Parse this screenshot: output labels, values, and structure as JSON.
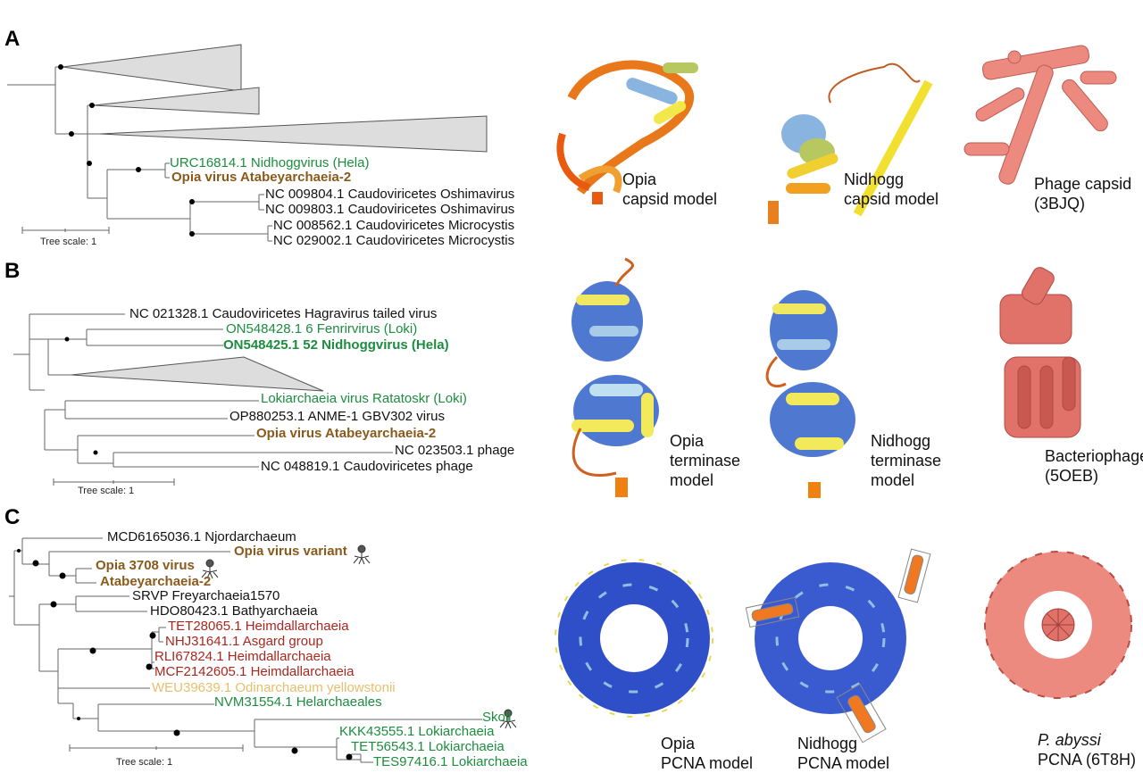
{
  "panels": {
    "A": {
      "letter": "A",
      "leaves": [
        "URC16814.1 Nidhoggvirus (Hela)",
        "Opia virus Atabeyarchaeia-2",
        "NC 009804.1 Caudoviricetes Oshimavirus",
        "NC 009803.1 Caudoviricetes Oshimavirus",
        "NC 008562.1 Caudoviricetes Microcystis",
        "NC 029002.1 Caudoviricetes Microcystis"
      ],
      "scale_label": "Tree scale: 1",
      "structures": [
        {
          "line1": "Opia",
          "line2": "capsid model"
        },
        {
          "line1": "Nidhogg",
          "line2": "capsid model"
        },
        {
          "line1": "Phage capsid",
          "line2": "(3BJQ)"
        }
      ]
    },
    "B": {
      "letter": "B",
      "leaves": [
        "NC 021328.1 Caudoviricetes Hagravirus tailed virus",
        "ON548428.1 6 Fenrirvirus (Loki)",
        "ON548425.1 52 Nidhoggvirus (Hela)",
        "Lokiarchaeia virus Ratatoskr (Loki)",
        "OP880253.1 ANME-1 GBV302 virus",
        "Opia virus Atabeyarchaeia-2",
        "NC 023503.1 phage",
        "NC 048819.1 Caudoviricetes  phage"
      ],
      "scale_label": "Tree scale: 1",
      "structures": [
        {
          "line1": "Opia",
          "line2": "terminase",
          "line3": "model"
        },
        {
          "line1": "Nidhogg",
          "line2": "terminase",
          "line3": "model"
        },
        {
          "line1": "Bacteriophage",
          "line2": "(5OEB)"
        }
      ]
    },
    "C": {
      "letter": "C",
      "leaves": [
        "MCD6165036.1 Njordarchaeum",
        "Opia virus variant",
        "Opia 3708 virus",
        "Atabeyarchaeia-2",
        "SRVP Freyarchaeia1570",
        "HDO80423.1 Bathyarchaeia",
        "TET28065.1 Heimdallarchaeia",
        "NHJ31641.1 Asgard group",
        "RLI67824.1 Heimdallarchaeia",
        "MCF2142605.1 Heimdallarchaeia",
        "WEU39639.1  Odinarchaeum yellowstonii",
        "NVM31554.1 Helarchaeales",
        "Skoll",
        "KKK43555.1 Lokiarchaeia",
        "TET56543.1 Lokiarchaeia",
        "TES97416.1 Lokiarchaeia"
      ],
      "scale_label": "Tree scale: 1",
      "structures": [
        {
          "line1": "Opia",
          "line2": "PCNA model"
        },
        {
          "line1": "Nidhogg",
          "line2": "PCNA model"
        },
        {
          "line1": "P. abyssi",
          "line2": "PCNA (6T8H)"
        }
      ]
    }
  },
  "colors": {
    "asgard_green": "#1d8c3f",
    "opia_brown": "#8a5a1c",
    "heimdall_red": "#a8281f",
    "odin_tan": "#e6bf6c",
    "pdb_pink": "#e8807a"
  }
}
